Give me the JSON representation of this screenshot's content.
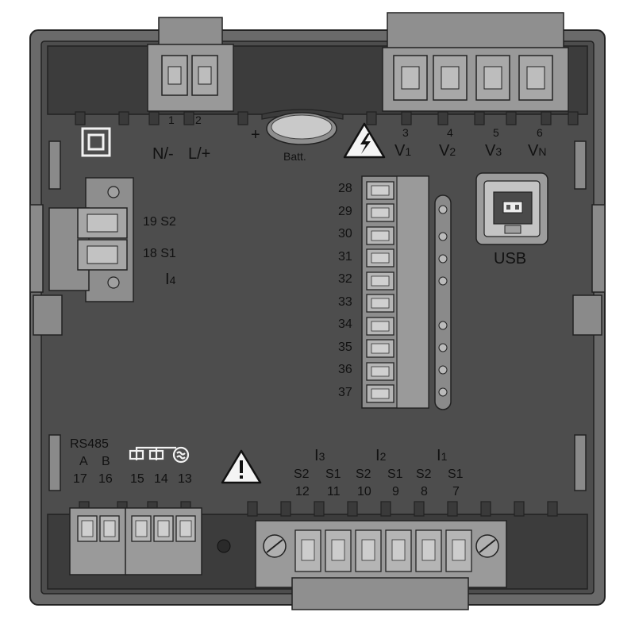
{
  "top_terminals": {
    "supply": [
      {
        "num": "1",
        "label": "N/-"
      },
      {
        "num": "2",
        "label": "L/+"
      }
    ],
    "battery": {
      "plus": "+",
      "label": "Batt."
    },
    "voltage": [
      {
        "num": "3",
        "label": "V",
        "sub": "1"
      },
      {
        "num": "4",
        "label": "V",
        "sub": "2"
      },
      {
        "num": "5",
        "label": "V",
        "sub": "3"
      },
      {
        "num": "6",
        "label": "V",
        "sub": "N"
      }
    ]
  },
  "left_terminals": {
    "rows": [
      {
        "num": "19",
        "label": "S2"
      },
      {
        "num": "18",
        "label": "S1"
      }
    ],
    "current_label": "I",
    "current_sub": "4"
  },
  "digital_io": {
    "numbers": [
      "28",
      "29",
      "30",
      "31",
      "32",
      "33",
      "34",
      "35",
      "36",
      "37"
    ]
  },
  "usb": {
    "label": "USB"
  },
  "bottom_left": {
    "rs485": "RS485",
    "a": "A",
    "b": "B",
    "numbers": [
      "17",
      "16",
      "15",
      "14",
      "13"
    ]
  },
  "current_inputs": [
    {
      "label": "I",
      "sub": "3",
      "s2": "S2",
      "s1": "S1",
      "n2": "12",
      "n1": "11"
    },
    {
      "label": "I",
      "sub": "2",
      "s2": "S2",
      "s1": "S1",
      "n2": "10",
      "n1": "9"
    },
    {
      "label": "I",
      "sub": "1",
      "s2": "S2",
      "s1": "S1",
      "n2": "8",
      "n1": "7"
    }
  ],
  "colors": {
    "housing": "#4a4a4a",
    "frame": "#5e5e5e",
    "terminal": "#9a9a9a",
    "terminal_dark": "#777777",
    "outline": "#222222"
  }
}
